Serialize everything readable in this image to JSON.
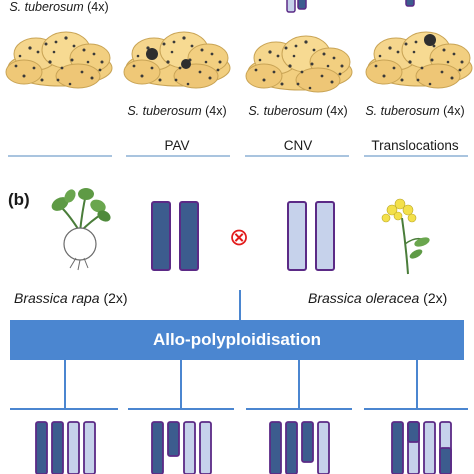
{
  "panel_b_label": "(b)",
  "tubers": [
    {
      "species": "S. tuberosum",
      "ploidy": "(4x)",
      "variation": ""
    },
    {
      "species": "S. tuberosum",
      "ploidy": "(4x)",
      "variation": "PAV"
    },
    {
      "species": "S. tuberosum",
      "ploidy": "(4x)",
      "variation": "CNV"
    },
    {
      "species": "S. tuberosum",
      "ploidy": "(4x)",
      "variation": "Translocations"
    }
  ],
  "parent_left": {
    "species": "Brassica rapa",
    "ploidy": "(2x)"
  },
  "parent_right": {
    "species": "Brassica oleracea",
    "ploidy": "(2x)"
  },
  "cross_symbol": "⊗",
  "process_label": "Allo-polyploidisation",
  "colors": {
    "tuber": "#f2cf80",
    "tuber_spot": "#3a3a3a",
    "banner": "#4b86d0",
    "separator": "#a9c4df",
    "chrom_dark_fill": "#3c5c8e",
    "chrom_light_fill": "#c6d2eb",
    "chrom_outline": "#5b2a86",
    "cross": "#e21b1b"
  },
  "icons": [
    "tuber-cluster-icon",
    "turnip-plant-icon",
    "broccoli-flower-icon",
    "chromosome-icon"
  ]
}
